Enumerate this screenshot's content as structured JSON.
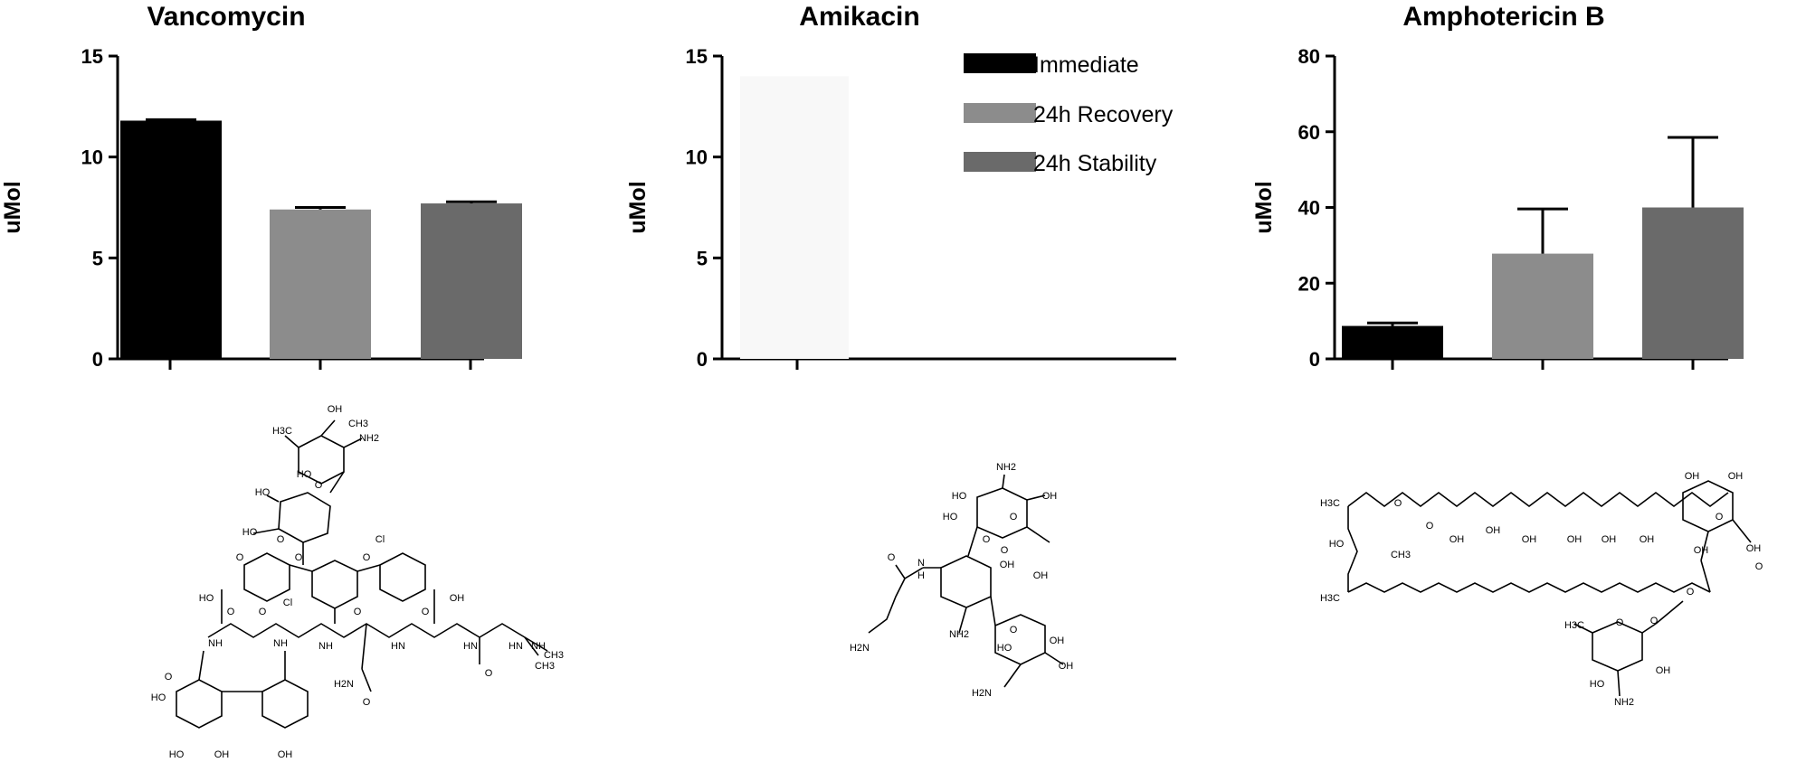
{
  "colors": {
    "immediate": "#000000",
    "recovery": "#8c8c8c",
    "stability": "#6a6a6a",
    "amikacin_faint": "#f8f8f8"
  },
  "legend": {
    "items": [
      {
        "label": "Immediate",
        "color": "#000000"
      },
      {
        "label": "24h Recovery",
        "color": "#8c8c8c"
      },
      {
        "label": "24h Stability",
        "color": "#6a6a6a"
      }
    ]
  },
  "chart_data": [
    {
      "type": "bar",
      "title": "Vancomycin",
      "xlabel": "",
      "ylabel": "uMol",
      "ylim": [
        0,
        15
      ],
      "yticks": [
        "0",
        "5",
        "10",
        "15"
      ],
      "categories": [
        "Immediate",
        "24h Recovery",
        "24h Stability"
      ],
      "values": [
        11.8,
        7.4,
        7.7
      ],
      "errors": [
        0.05,
        0.1,
        0.08
      ]
    },
    {
      "type": "bar",
      "title": "Amikacin",
      "xlabel": "",
      "ylabel": "uMol",
      "ylim": [
        0,
        15
      ],
      "yticks": [
        "0",
        "5",
        "10",
        "15"
      ],
      "categories": [
        "Immediate"
      ],
      "values": [
        14
      ],
      "errors": [
        0
      ]
    },
    {
      "type": "bar",
      "title": "Amphotericin B",
      "xlabel": "",
      "ylabel": "uMol",
      "ylim": [
        0,
        80
      ],
      "yticks": [
        "0",
        "20",
        "40",
        "60",
        "80"
      ],
      "categories": [
        "Immediate",
        "24h Recovery",
        "24h Stability"
      ],
      "values": [
        8.7,
        27.8,
        40.0
      ],
      "errors": [
        0.8,
        11.8,
        18.5
      ]
    }
  ],
  "structures": {
    "vancomycin": {
      "atoms": [
        "OH",
        "H3C",
        "NH2",
        "CH3",
        "O",
        "HO",
        "HO",
        "HO",
        "O",
        "O",
        "O",
        "O",
        "Cl",
        "Cl",
        "HO",
        "OH",
        "O",
        "O",
        "O",
        "O",
        "NH",
        "NH",
        "NH",
        "HN",
        "HN",
        "HN",
        "NH",
        "CH3",
        "CH3",
        "HO",
        "O",
        "H2N",
        "O",
        "HO",
        "OH",
        "OH",
        "O"
      ]
    },
    "amikacin": {
      "atoms": [
        "NH2",
        "HO",
        "OH",
        "O",
        "HO",
        "O",
        "O",
        "N",
        "H",
        "OH",
        "OH",
        "H2N",
        "NH2",
        "O",
        "O",
        "OH",
        "OH",
        "HO",
        "H2N"
      ]
    },
    "amphotericin": {
      "atoms": [
        "H3C",
        "O",
        "O",
        "OH",
        "OH",
        "OH",
        "OH",
        "OH",
        "OH",
        "OH",
        "OH",
        "HO",
        "CH3",
        "H3C",
        "O",
        "OH",
        "O",
        "OH",
        "O",
        "H3C",
        "O",
        "O",
        "HO",
        "OH",
        "NH2"
      ]
    }
  }
}
